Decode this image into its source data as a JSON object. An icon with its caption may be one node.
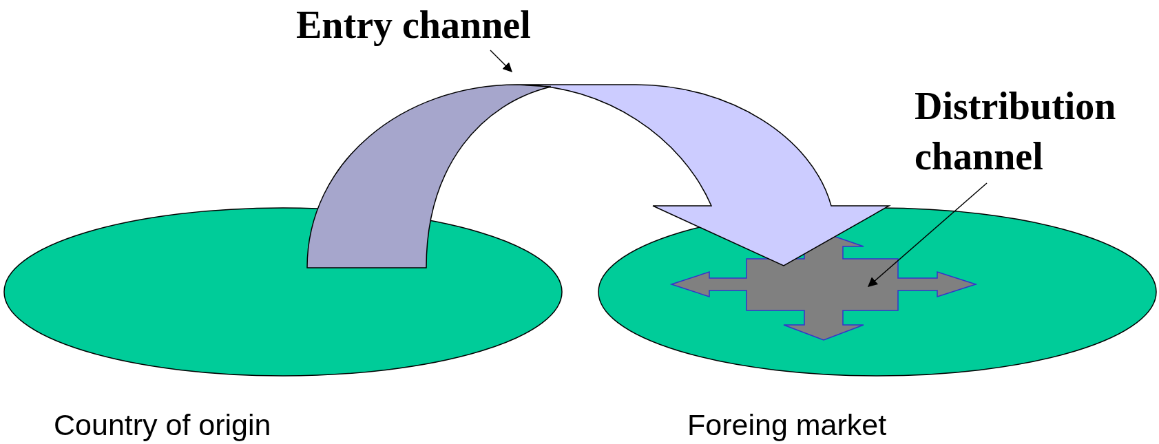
{
  "diagram": {
    "nodes": [
      {
        "text": [],
        "shape": "ellipse",
        "beside": [
          "Country of origin"
        ]
      },
      {
        "text": [],
        "shape": "ellipse",
        "beside": [
          "Foreing market"
        ]
      },
      {
        "text": [
          "Entry channel"
        ]
      },
      {
        "text": [
          "Distribution channel"
        ]
      },
      {
        "text": [],
        "shape": "cross",
        "in": 1
      }
    ],
    "edges": [
      {
        "from": 0,
        "to": 1,
        "arrow": "to",
        "style": "thick"
      },
      {
        "from": 2,
        "to": null,
        "arrow": "to"
      },
      {
        "from": 3,
        "to": 4,
        "arrow": "to"
      }
    ]
  }
}
